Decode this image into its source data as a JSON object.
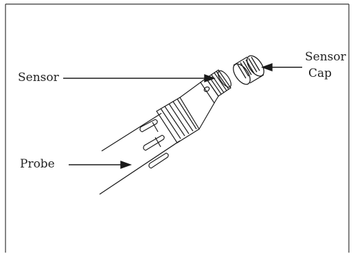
{
  "figure": {
    "labels": {
      "sensor": "Sensor",
      "probe": "Probe",
      "sensor_cap_line1": "Sensor",
      "sensor_cap_line2": "Cap"
    },
    "colors": {
      "ink": "#1a1a1a",
      "border": "#333333",
      "background": "#ffffff"
    }
  }
}
